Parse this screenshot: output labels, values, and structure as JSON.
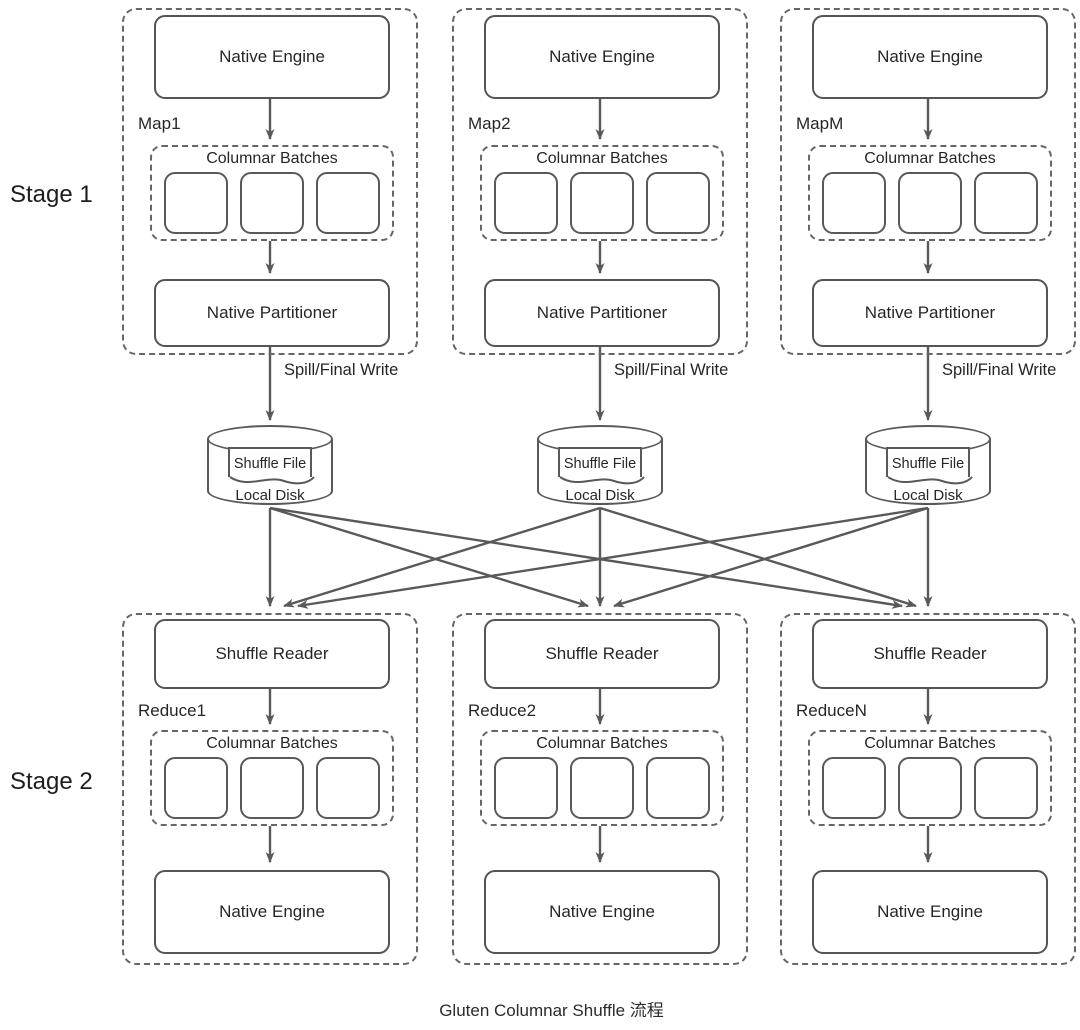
{
  "diagram": {
    "caption": "Gluten Columnar Shuffle 流程",
    "stage1_label": "Stage 1",
    "stage2_label": "Stage 2",
    "spill_arrow_label": "Spill/Final Write",
    "map_tasks": [
      {
        "name": "Map1",
        "engine_label": "Native Engine",
        "batches_label": "Columnar Batches",
        "partitioner_label": "Native Partitioner"
      },
      {
        "name": "Map2",
        "engine_label": "Native Engine",
        "batches_label": "Columnar Batches",
        "partitioner_label": "Native Partitioner"
      },
      {
        "name": "MapM",
        "engine_label": "Native Engine",
        "batches_label": "Columnar Batches",
        "partitioner_label": "Native Partitioner"
      }
    ],
    "disks": [
      {
        "file_label": "Shuffle File",
        "disk_label": "Local Disk"
      },
      {
        "file_label": "Shuffle File",
        "disk_label": "Local Disk"
      },
      {
        "file_label": "Shuffle File",
        "disk_label": "Local Disk"
      }
    ],
    "reduce_tasks": [
      {
        "name": "Reduce1",
        "reader_label": "Shuffle Reader",
        "batches_label": "Columnar Batches",
        "engine_label": "Native Engine"
      },
      {
        "name": "Reduce2",
        "reader_label": "Shuffle Reader",
        "batches_label": "Columnar Batches",
        "engine_label": "Native Engine"
      },
      {
        "name": "ReduceN",
        "reader_label": "Shuffle Reader",
        "batches_label": "Columnar Batches",
        "engine_label": "Native Engine"
      }
    ],
    "colors": {
      "solid_border": "#595959",
      "dashed_border": "#666666",
      "text": "#262626",
      "background": "#ffffff"
    }
  }
}
